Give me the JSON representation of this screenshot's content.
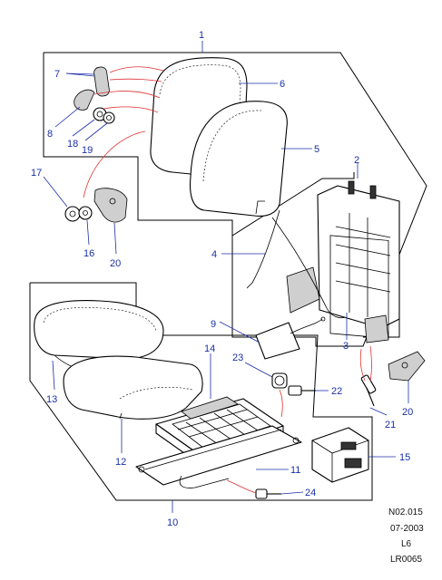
{
  "callouts": [
    {
      "id": "c1",
      "text": "1"
    },
    {
      "id": "c2",
      "text": "2"
    },
    {
      "id": "c3",
      "text": "3"
    },
    {
      "id": "c4",
      "text": "4"
    },
    {
      "id": "c5",
      "text": "5"
    },
    {
      "id": "c6",
      "text": "6"
    },
    {
      "id": "c7",
      "text": "7"
    },
    {
      "id": "c8",
      "text": "8"
    },
    {
      "id": "c9",
      "text": "9"
    },
    {
      "id": "c10",
      "text": "10"
    },
    {
      "id": "c11",
      "text": "11"
    },
    {
      "id": "c12",
      "text": "12"
    },
    {
      "id": "c13",
      "text": "13"
    },
    {
      "id": "c14",
      "text": "14"
    },
    {
      "id": "c15",
      "text": "15"
    },
    {
      "id": "c16",
      "text": "16"
    },
    {
      "id": "c17",
      "text": "17"
    },
    {
      "id": "c18",
      "text": "18"
    },
    {
      "id": "c19",
      "text": "19"
    },
    {
      "id": "c20a",
      "text": "20"
    },
    {
      "id": "c20b",
      "text": "20"
    },
    {
      "id": "c21",
      "text": "21"
    },
    {
      "id": "c22",
      "text": "22"
    },
    {
      "id": "c23",
      "text": "23"
    },
    {
      "id": "c24",
      "text": "24"
    }
  ],
  "reference": {
    "code": "N02.015",
    "date": "07-2003",
    "variant": "L6",
    "plate": "LR0065"
  },
  "colors": {
    "callout": "#1a2fa8",
    "leader_red": "#e03030",
    "line": "#000000"
  }
}
